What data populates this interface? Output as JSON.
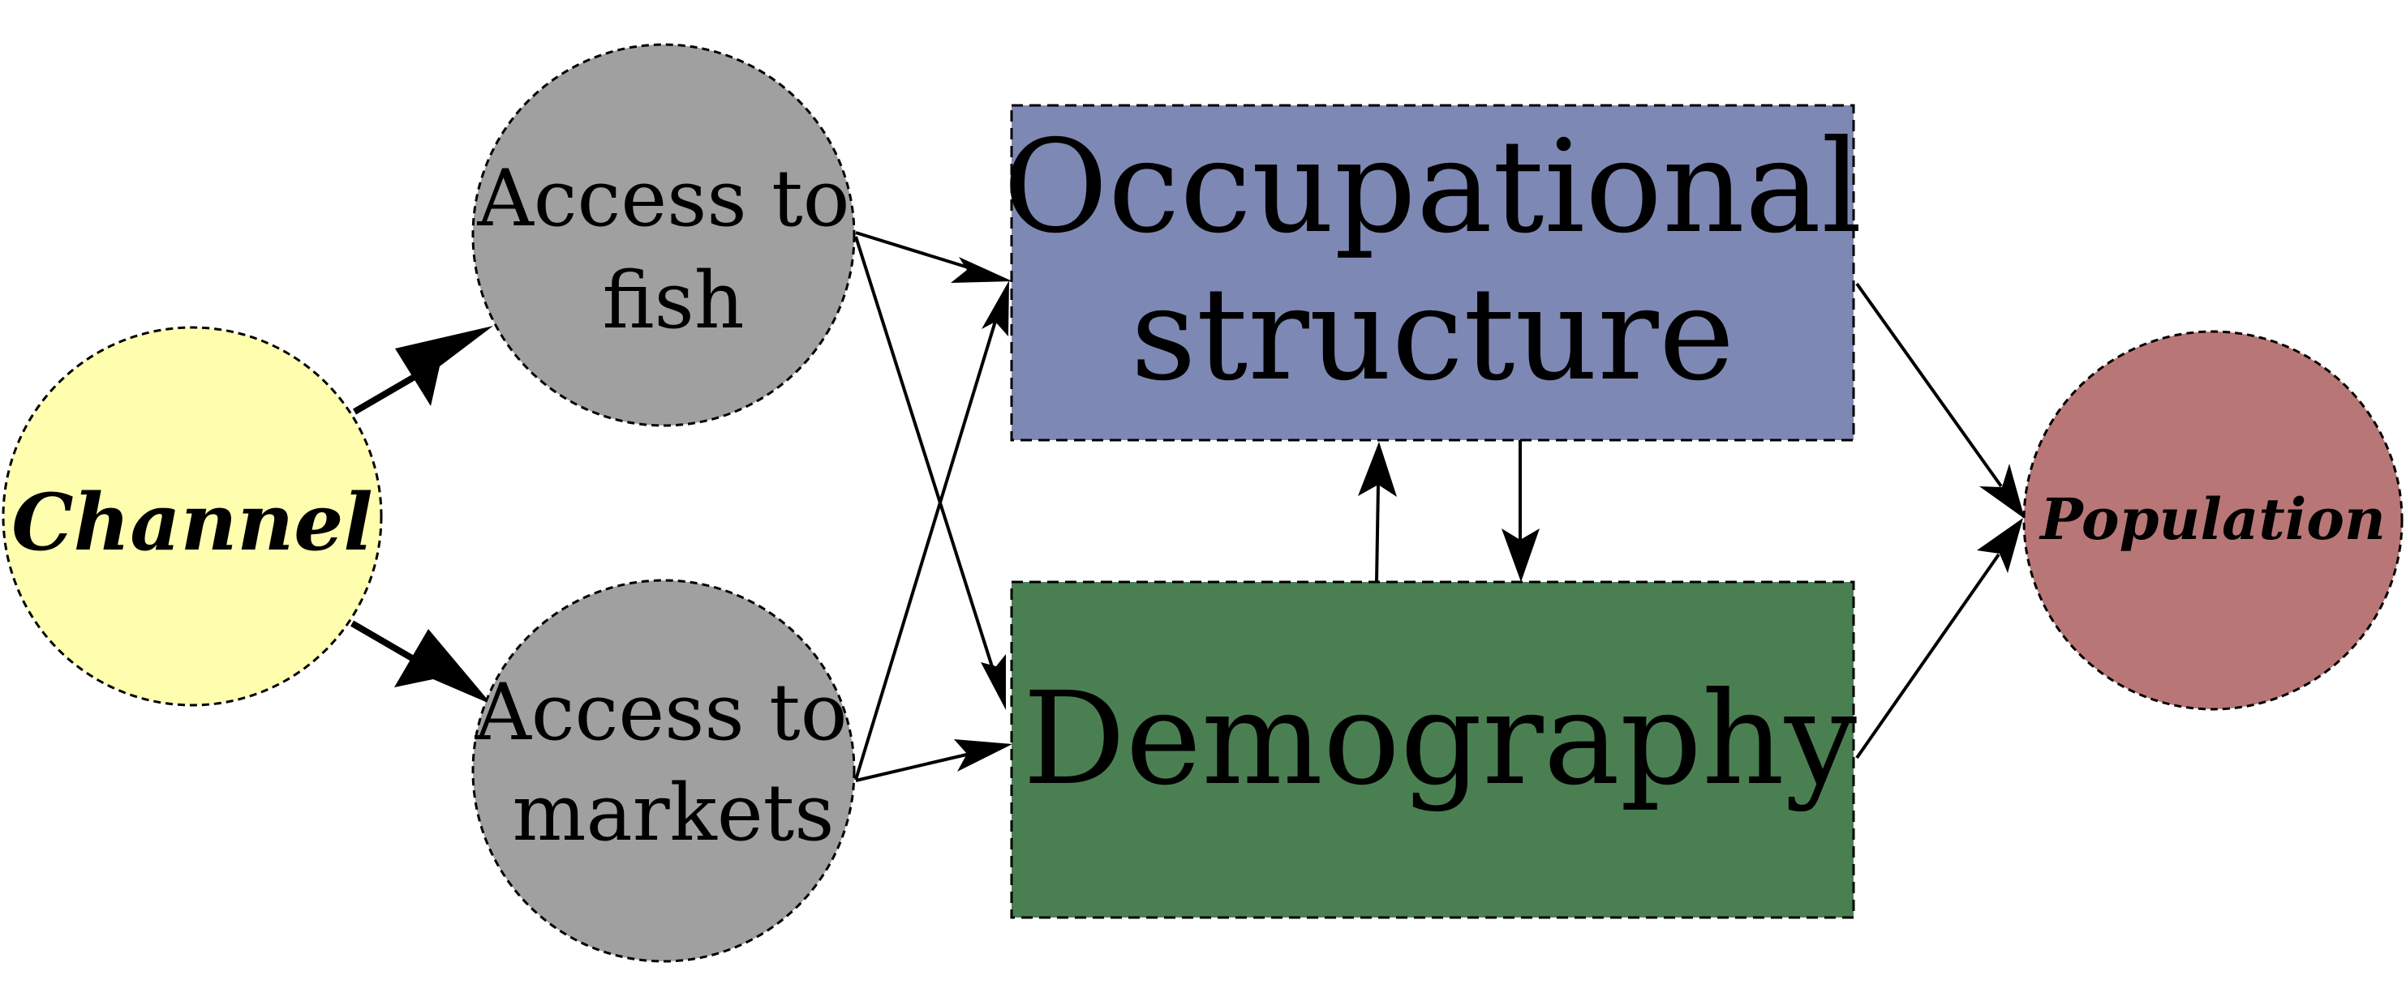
{
  "diagram": {
    "nodes": {
      "channel": {
        "label": "Channel",
        "color": "#FEFEAE"
      },
      "fish": {
        "lines": [
          "Access to",
          "fish"
        ],
        "color": "#A0A0A0"
      },
      "markets": {
        "lines": [
          "Access to",
          "markets"
        ],
        "color": "#A0A0A0"
      },
      "occupational": {
        "lines": [
          "Occupational",
          "structure"
        ],
        "color": "#7E88B4"
      },
      "demography": {
        "label": "Demography",
        "color": "#4A7F52"
      },
      "population": {
        "label": "Population",
        "color": "#B87776"
      }
    },
    "edges": [
      {
        "from": "channel",
        "to": "fish"
      },
      {
        "from": "channel",
        "to": "markets"
      },
      {
        "from": "fish",
        "to": "occupational"
      },
      {
        "from": "fish",
        "to": "demography"
      },
      {
        "from": "markets",
        "to": "occupational"
      },
      {
        "from": "markets",
        "to": "demography"
      },
      {
        "from": "demography",
        "to": "occupational"
      },
      {
        "from": "occupational",
        "to": "demography"
      },
      {
        "from": "occupational",
        "to": "population"
      },
      {
        "from": "demography",
        "to": "population"
      }
    ]
  }
}
